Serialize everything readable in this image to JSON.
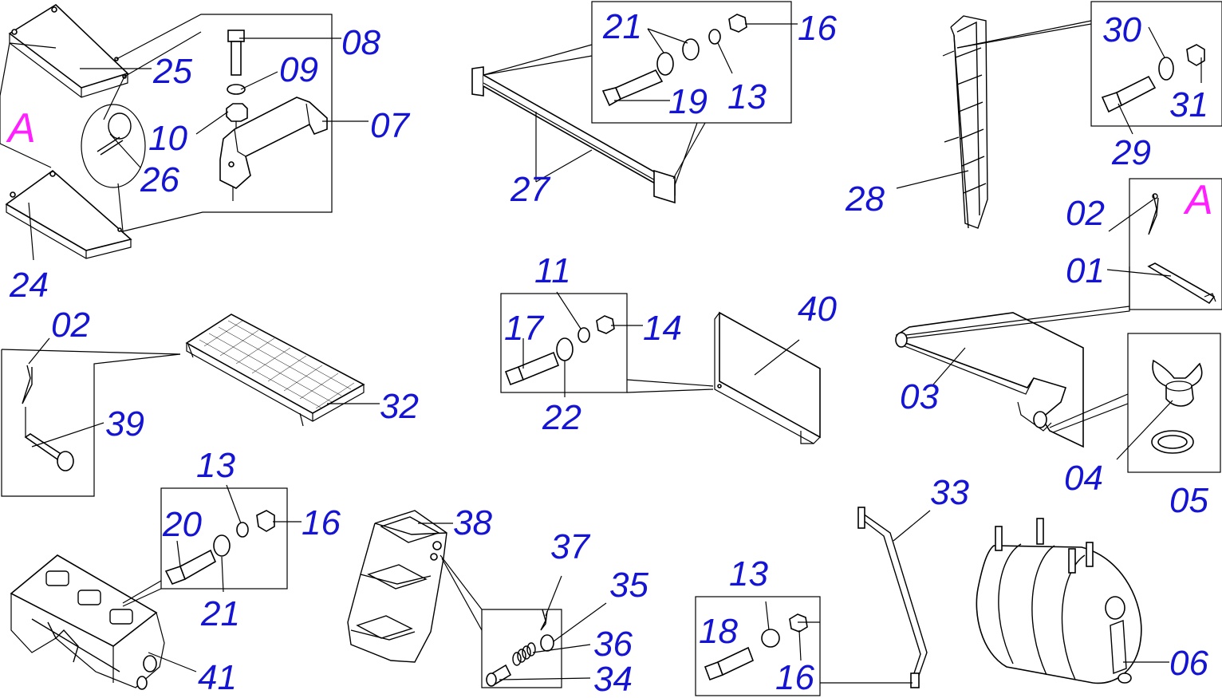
{
  "markers": {
    "detail_a_left": "A",
    "detail_a_right": "A"
  },
  "labels": {
    "l01": "01",
    "l02a": "02",
    "l02b": "02",
    "l03": "03",
    "l04": "04",
    "l05": "05",
    "l06": "06",
    "l07": "07",
    "l08": "08",
    "l09": "09",
    "l10": "10",
    "l11": "11",
    "l13a": "13",
    "l13b": "13",
    "l13c": "13",
    "l14": "14",
    "l16a": "16",
    "l16b": "16",
    "l16c": "16",
    "l17": "17",
    "l18": "18",
    "l19": "19",
    "l20": "20",
    "l21a": "21",
    "l21b": "21",
    "l22": "22",
    "l24": "24",
    "l25": "25",
    "l26": "26",
    "l27": "27",
    "l28": "28",
    "l29": "29",
    "l30": "30",
    "l31": "31",
    "l32": "32",
    "l33": "33",
    "l34": "34",
    "l35": "35",
    "l36": "36",
    "l37": "37",
    "l38": "38",
    "l39": "39",
    "l40": "40",
    "l41": "41"
  },
  "colors": {
    "label": "#1414d2",
    "detail_marker": "#ff1fff",
    "line": "#000000",
    "background": "#ffffff"
  }
}
